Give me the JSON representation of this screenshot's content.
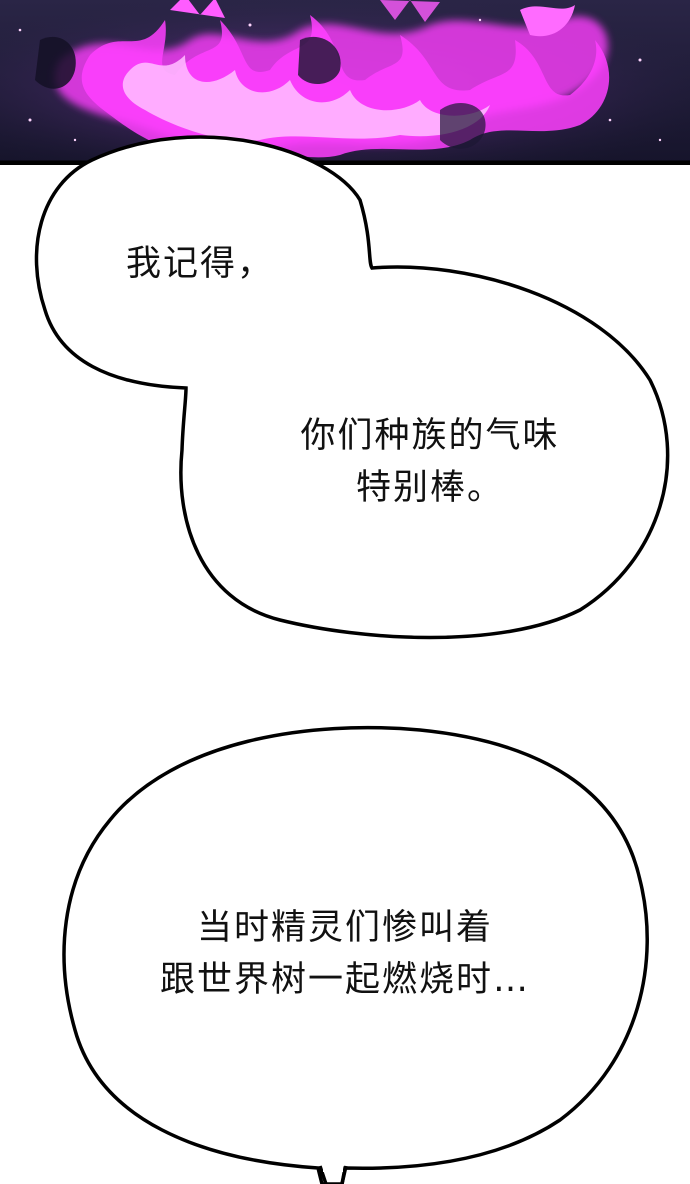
{
  "panel_art": {
    "colors": {
      "night_sky": "#1e1b3a",
      "flame_glow": "#ff3cff",
      "flame_core": "#ffd6ff",
      "border": "#000000"
    }
  },
  "balloons": [
    {
      "id": "speech-balloon-1",
      "lines": [
        "我记得，"
      ]
    },
    {
      "id": "speech-balloon-2",
      "lines": [
        "你们种族的气味",
        "特别棒。"
      ]
    },
    {
      "id": "speech-balloon-3",
      "lines": [
        "当时精灵们惨叫着",
        "跟世界树一起燃烧时…"
      ]
    }
  ]
}
